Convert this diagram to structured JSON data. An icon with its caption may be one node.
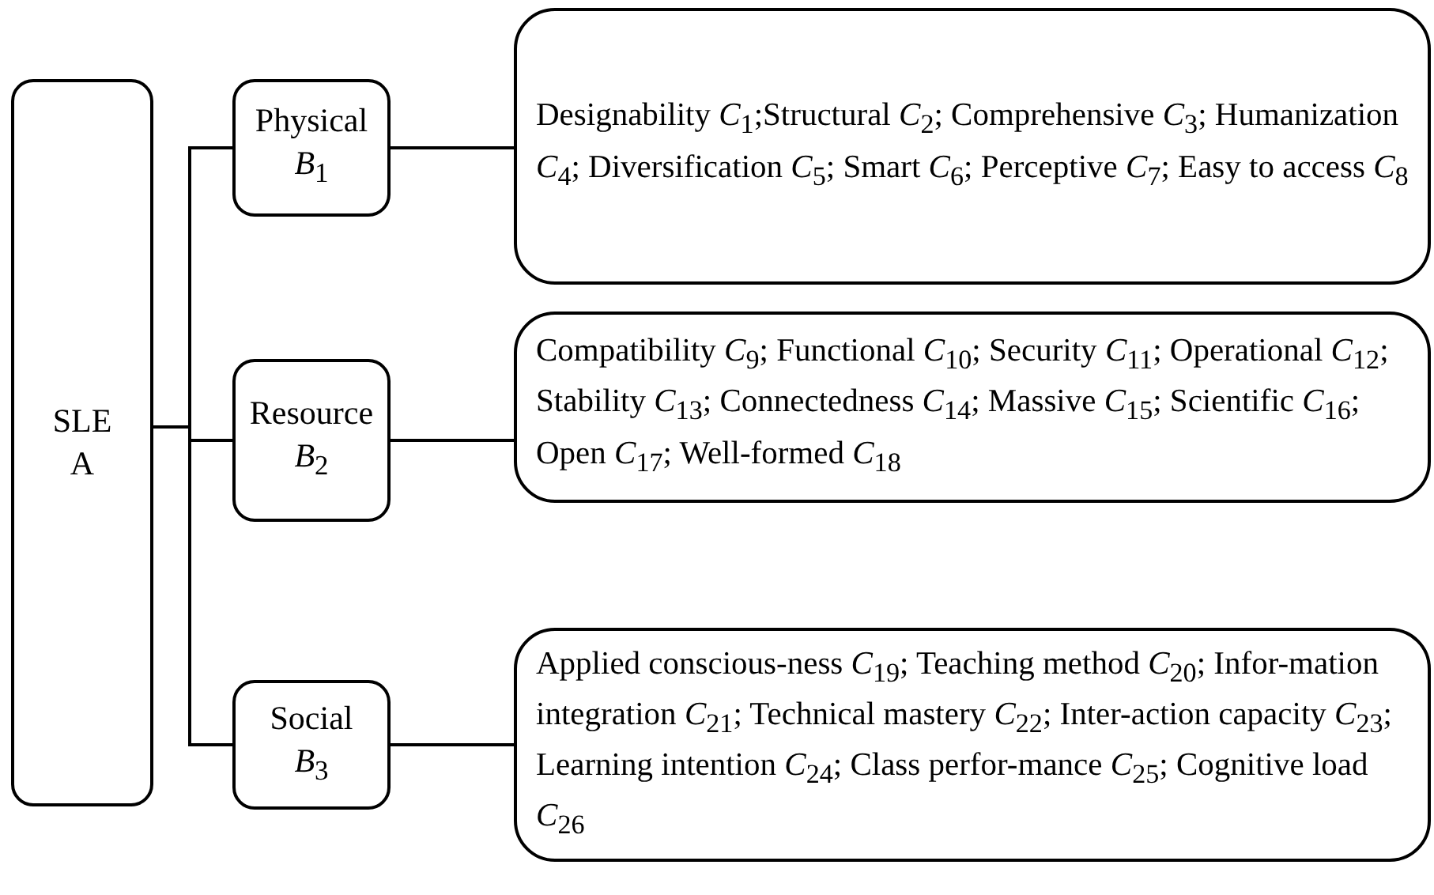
{
  "diagram": {
    "nodes": [
      {
        "text": [
          "SLE",
          "A"
        ]
      },
      {
        "text": [
          "Physical",
          "*B*$_{1}$"
        ]
      },
      {
        "text": [
          "Resource",
          "*B*$_{2}$"
        ]
      },
      {
        "text": [
          "Social",
          "*B*$_{3}$"
        ]
      },
      {
        "text": [
          "Designability *C*$_{1}$;Structural *C*$_{2}$; Comprehensive *C*$_{3}$; Humanization  *C*$_{4}$; Diversification *C*$_{5}$; Smart *C*$_{6}$; Perceptive *C*$_{7}$; Easy to access *C*$_{8}$"
        ]
      },
      {
        "text": [
          "Compatibility *C*$_{9}$; Functional *C*$_{10}$; Security *C*$_{11}$; Operational *C*$_{12}$; Stability *C*$_{13}$; Connectedness *C*$_{14}$; Massive *C*$_{15}$; Scientific *C*$_{16}$; Open *C*$_{17}$; Well-formed *C*$_{18}$"
        ]
      },
      {
        "text": [
          "Applied conscious-ness *C*$_{19}$; Teaching method *C*$_{20}$; Infor-mation integration *C*$_{21}$; Technical mastery *C*$_{22}$; Inter-action capacity *C*$_{23}$; Learning intention *C*$_{24}$; Class perfor-mance *C*$_{25}$; Cognitive load *C*$_{26}$"
        ]
      }
    ],
    "edges": [
      {
        "from": 0,
        "to": 1,
        "arrow": "none"
      },
      {
        "from": 0,
        "to": 2,
        "arrow": "none"
      },
      {
        "from": 0,
        "to": 3,
        "arrow": "none"
      },
      {
        "from": 1,
        "to": 4,
        "arrow": "none"
      },
      {
        "from": 2,
        "to": 5,
        "arrow": "none"
      },
      {
        "from": 3,
        "to": 6,
        "arrow": "none"
      }
    ]
  }
}
